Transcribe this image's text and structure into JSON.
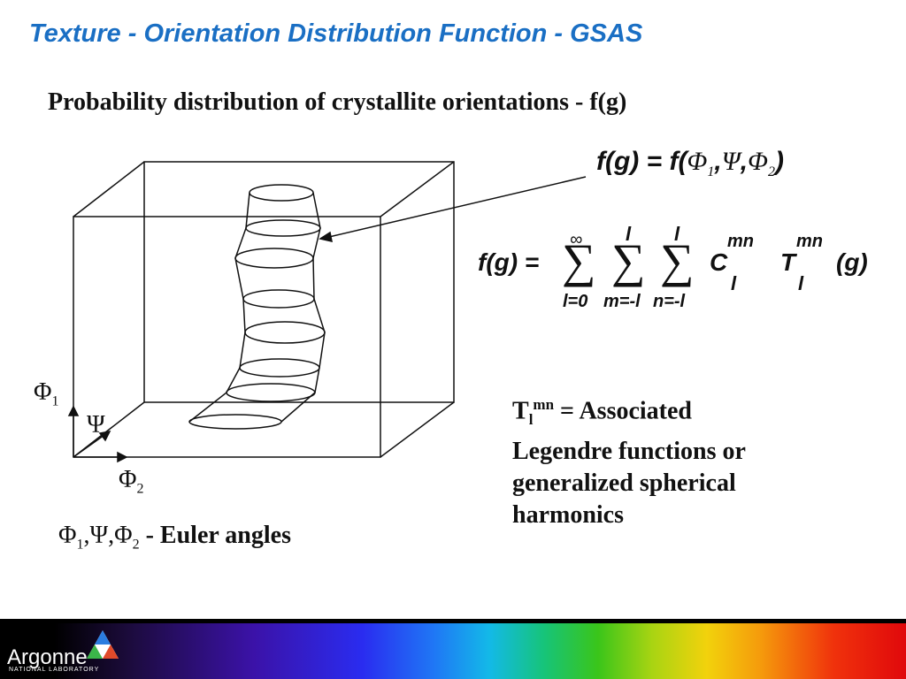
{
  "slide": {
    "title": "Texture - Orientation Distribution Function - GSAS",
    "subtitle": "Probability distribution of crystallite orientations - f(g)"
  },
  "equation1": {
    "lhs": "f(g) = f(",
    "phi1": "Φ",
    "phi1_sub": "1",
    "comma1": ",",
    "psi": "Ψ",
    "comma2": ",",
    "phi2": "Φ",
    "phi2_sub": "2",
    "close": ")"
  },
  "equation2": {
    "lhs": "f(g) =",
    "sum_sign": "∑",
    "sum1_upper": "∞",
    "sum1_lower": "l=0",
    "sum2_upper": "l",
    "sum2_lower": "m=-l",
    "sum3_upper": "l",
    "sum3_lower": "n=-l",
    "c": "C",
    "c_sup": "mn",
    "c_sub": "l",
    "t": "T",
    "t_sup": "mn",
    "t_sub": "l",
    "arg": "(g)"
  },
  "axes": {
    "phi1": "Φ",
    "phi1_sub": "1",
    "psi": "Ψ",
    "phi2": "Φ",
    "phi2_sub": "2"
  },
  "euler": {
    "text": "Φ",
    "sub1": "1",
    "mid": ",Ψ,Φ",
    "sub2": "2",
    "tail": " - Euler angles"
  },
  "definition": {
    "t": "T",
    "t_sub": "l",
    "t_sup": "mn",
    "line1": " = Associated",
    "line2": "Legendre functions or",
    "line3": "generalized spherical",
    "line4": "harmonics"
  },
  "footer": {
    "logo": "Argonne",
    "logo_sub": "NATIONAL LABORATORY"
  },
  "colors": {
    "title": "#1a6fc4",
    "text": "#111111"
  }
}
